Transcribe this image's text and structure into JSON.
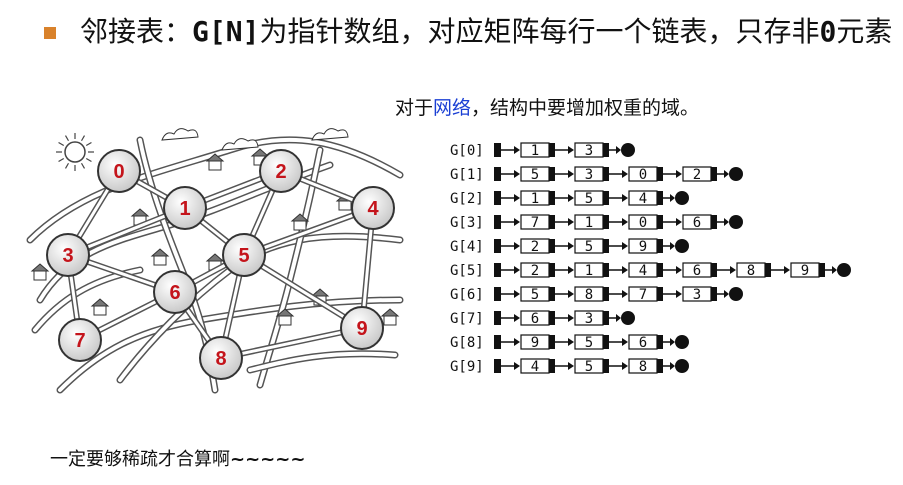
{
  "heading": {
    "part1": "邻接表：",
    "code": "G[N]",
    "part2": "为指针数组，对应矩阵每行一个链表，只存非",
    "zero": "0",
    "part3": "元素"
  },
  "note": {
    "before": "对于",
    "highlight": "网络",
    "after": "，结构中要增加权重的域。"
  },
  "footer": {
    "text": "一定要够稀疏才合算啊",
    "tilde": "~~~~~"
  },
  "colors": {
    "bullet": "#d9822b",
    "node_label": "#c4141b",
    "highlight": "#1a3fd4"
  },
  "graph": {
    "nodes": [
      "0",
      "1",
      "2",
      "3",
      "4",
      "5",
      "6",
      "7",
      "8",
      "9"
    ]
  },
  "adjacency_list": [
    {
      "label": "G[0]",
      "neighbors": [
        "1",
        "3"
      ]
    },
    {
      "label": "G[1]",
      "neighbors": [
        "5",
        "3",
        "0",
        "2"
      ]
    },
    {
      "label": "G[2]",
      "neighbors": [
        "1",
        "5",
        "4"
      ]
    },
    {
      "label": "G[3]",
      "neighbors": [
        "7",
        "1",
        "0",
        "6"
      ]
    },
    {
      "label": "G[4]",
      "neighbors": [
        "2",
        "5",
        "9"
      ]
    },
    {
      "label": "G[5]",
      "neighbors": [
        "2",
        "1",
        "4",
        "6",
        "8",
        "9"
      ]
    },
    {
      "label": "G[6]",
      "neighbors": [
        "5",
        "8",
        "7",
        "3"
      ]
    },
    {
      "label": "G[7]",
      "neighbors": [
        "6",
        "3"
      ]
    },
    {
      "label": "G[8]",
      "neighbors": [
        "9",
        "5",
        "6"
      ]
    },
    {
      "label": "G[9]",
      "neighbors": [
        "4",
        "5",
        "8"
      ]
    }
  ]
}
